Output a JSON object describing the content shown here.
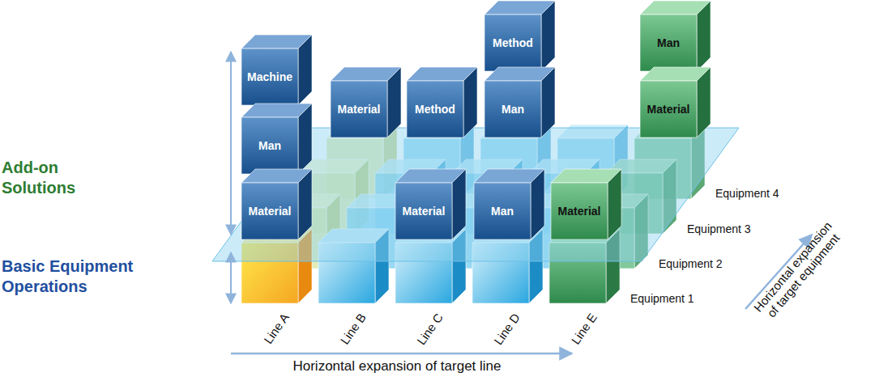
{
  "diagram": {
    "nodes": [
      {
        "text": [
          "Method"
        ]
      },
      {
        "text": [
          "Man"
        ]
      },
      {
        "text": [
          "Machine"
        ]
      },
      {
        "text": [
          "Material"
        ]
      },
      {
        "text": [
          "Method"
        ]
      },
      {
        "text": [
          "Man"
        ]
      },
      {
        "text": [
          "Material"
        ]
      },
      {
        "text": [
          "Man"
        ]
      },
      {
        "text": [
          "Material"
        ]
      },
      {
        "text": [
          "Material"
        ]
      },
      {
        "text": [
          "Man"
        ]
      },
      {
        "text": [
          "Material"
        ]
      }
    ],
    "labels": [
      "Add-on Solutions",
      "Basic Equipment Operations",
      "Line A",
      "Line B",
      "Line C",
      "Line D",
      "Line E",
      "Equipment 1",
      "Equipment 2",
      "Equipment 3",
      "Equipment 4",
      "Horizontal expansion of target line",
      "Horizontal expansion of target equipment"
    ]
  }
}
